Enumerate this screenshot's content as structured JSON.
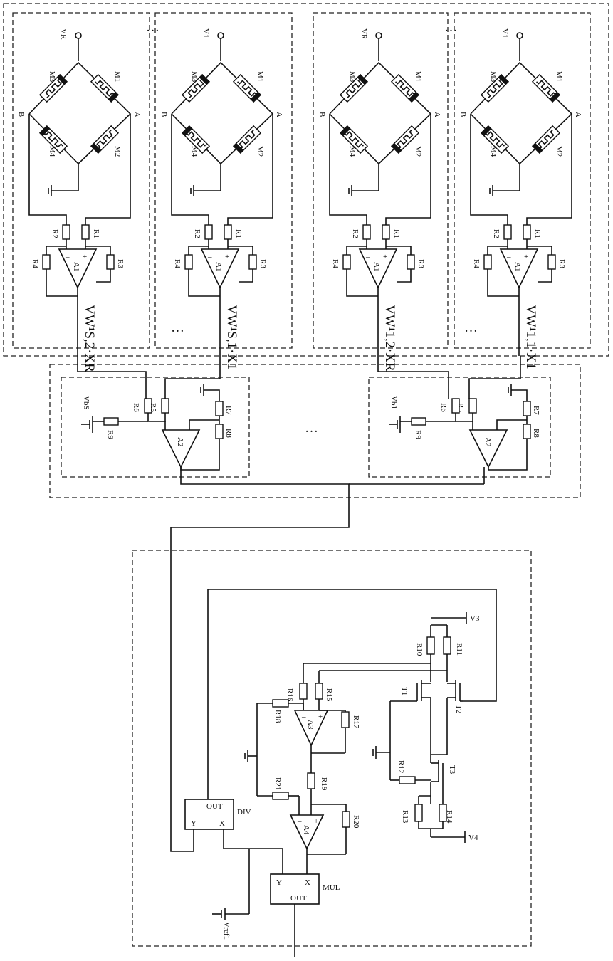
{
  "bridge_cells": [
    {
      "supply": "VR",
      "output": "VW¹S,2·XR"
    },
    {
      "supply": "V1",
      "output": "VW¹S,1·X1"
    },
    {
      "supply": "VR",
      "output": "VW¹1,2·XR"
    },
    {
      "supply": "V1",
      "output": "VW¹1,1·X1"
    }
  ],
  "bridge_labels": {
    "memristors": [
      "M1",
      "M2",
      "M3",
      "M4"
    ],
    "nodes": [
      "A",
      "B"
    ],
    "resistors": [
      "R1",
      "R2",
      "R3",
      "R4"
    ],
    "amp": "A1"
  },
  "summers": [
    {
      "vbias": "VbS"
    },
    {
      "vbias": "Vb1"
    }
  ],
  "summer_labels": {
    "resistors": [
      "R5",
      "R6",
      "R7",
      "R8",
      "R9"
    ],
    "amp": "A2"
  },
  "ellipsis": "…",
  "lower_block": {
    "supplies": [
      "V3",
      "V4",
      "Vref1"
    ],
    "transistors": [
      "T1",
      "T2",
      "T3"
    ],
    "amps": [
      "A3",
      "A4"
    ],
    "resistors": [
      "R10",
      "R11",
      "R12",
      "R13",
      "R14",
      "R15",
      "R16",
      "R17",
      "R18",
      "R19",
      "R20",
      "R21"
    ],
    "div": {
      "name": "DIV",
      "out": "OUT",
      "y": "Y",
      "x": "X"
    },
    "mul": {
      "name": "MUL",
      "out": "OUT",
      "y": "Y",
      "x": "X"
    }
  }
}
